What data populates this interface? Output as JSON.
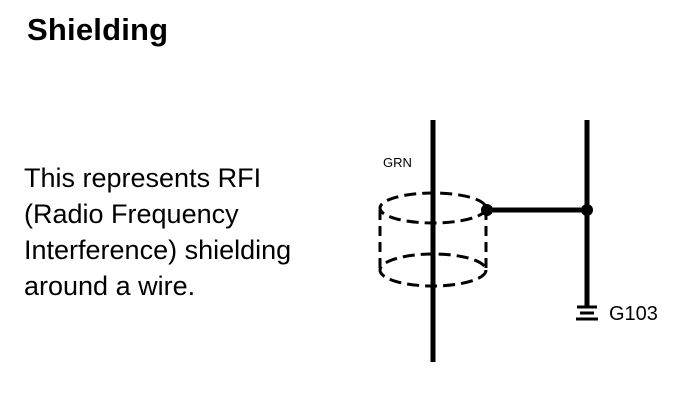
{
  "title": "Shielding",
  "description_lines": [
    "This represents RFI",
    "(Radio Frequency",
    "Interference) shielding",
    "around a wire."
  ],
  "diagram": {
    "wire_label": "GRN",
    "ground_label": "G103",
    "line_color": "#000000"
  }
}
